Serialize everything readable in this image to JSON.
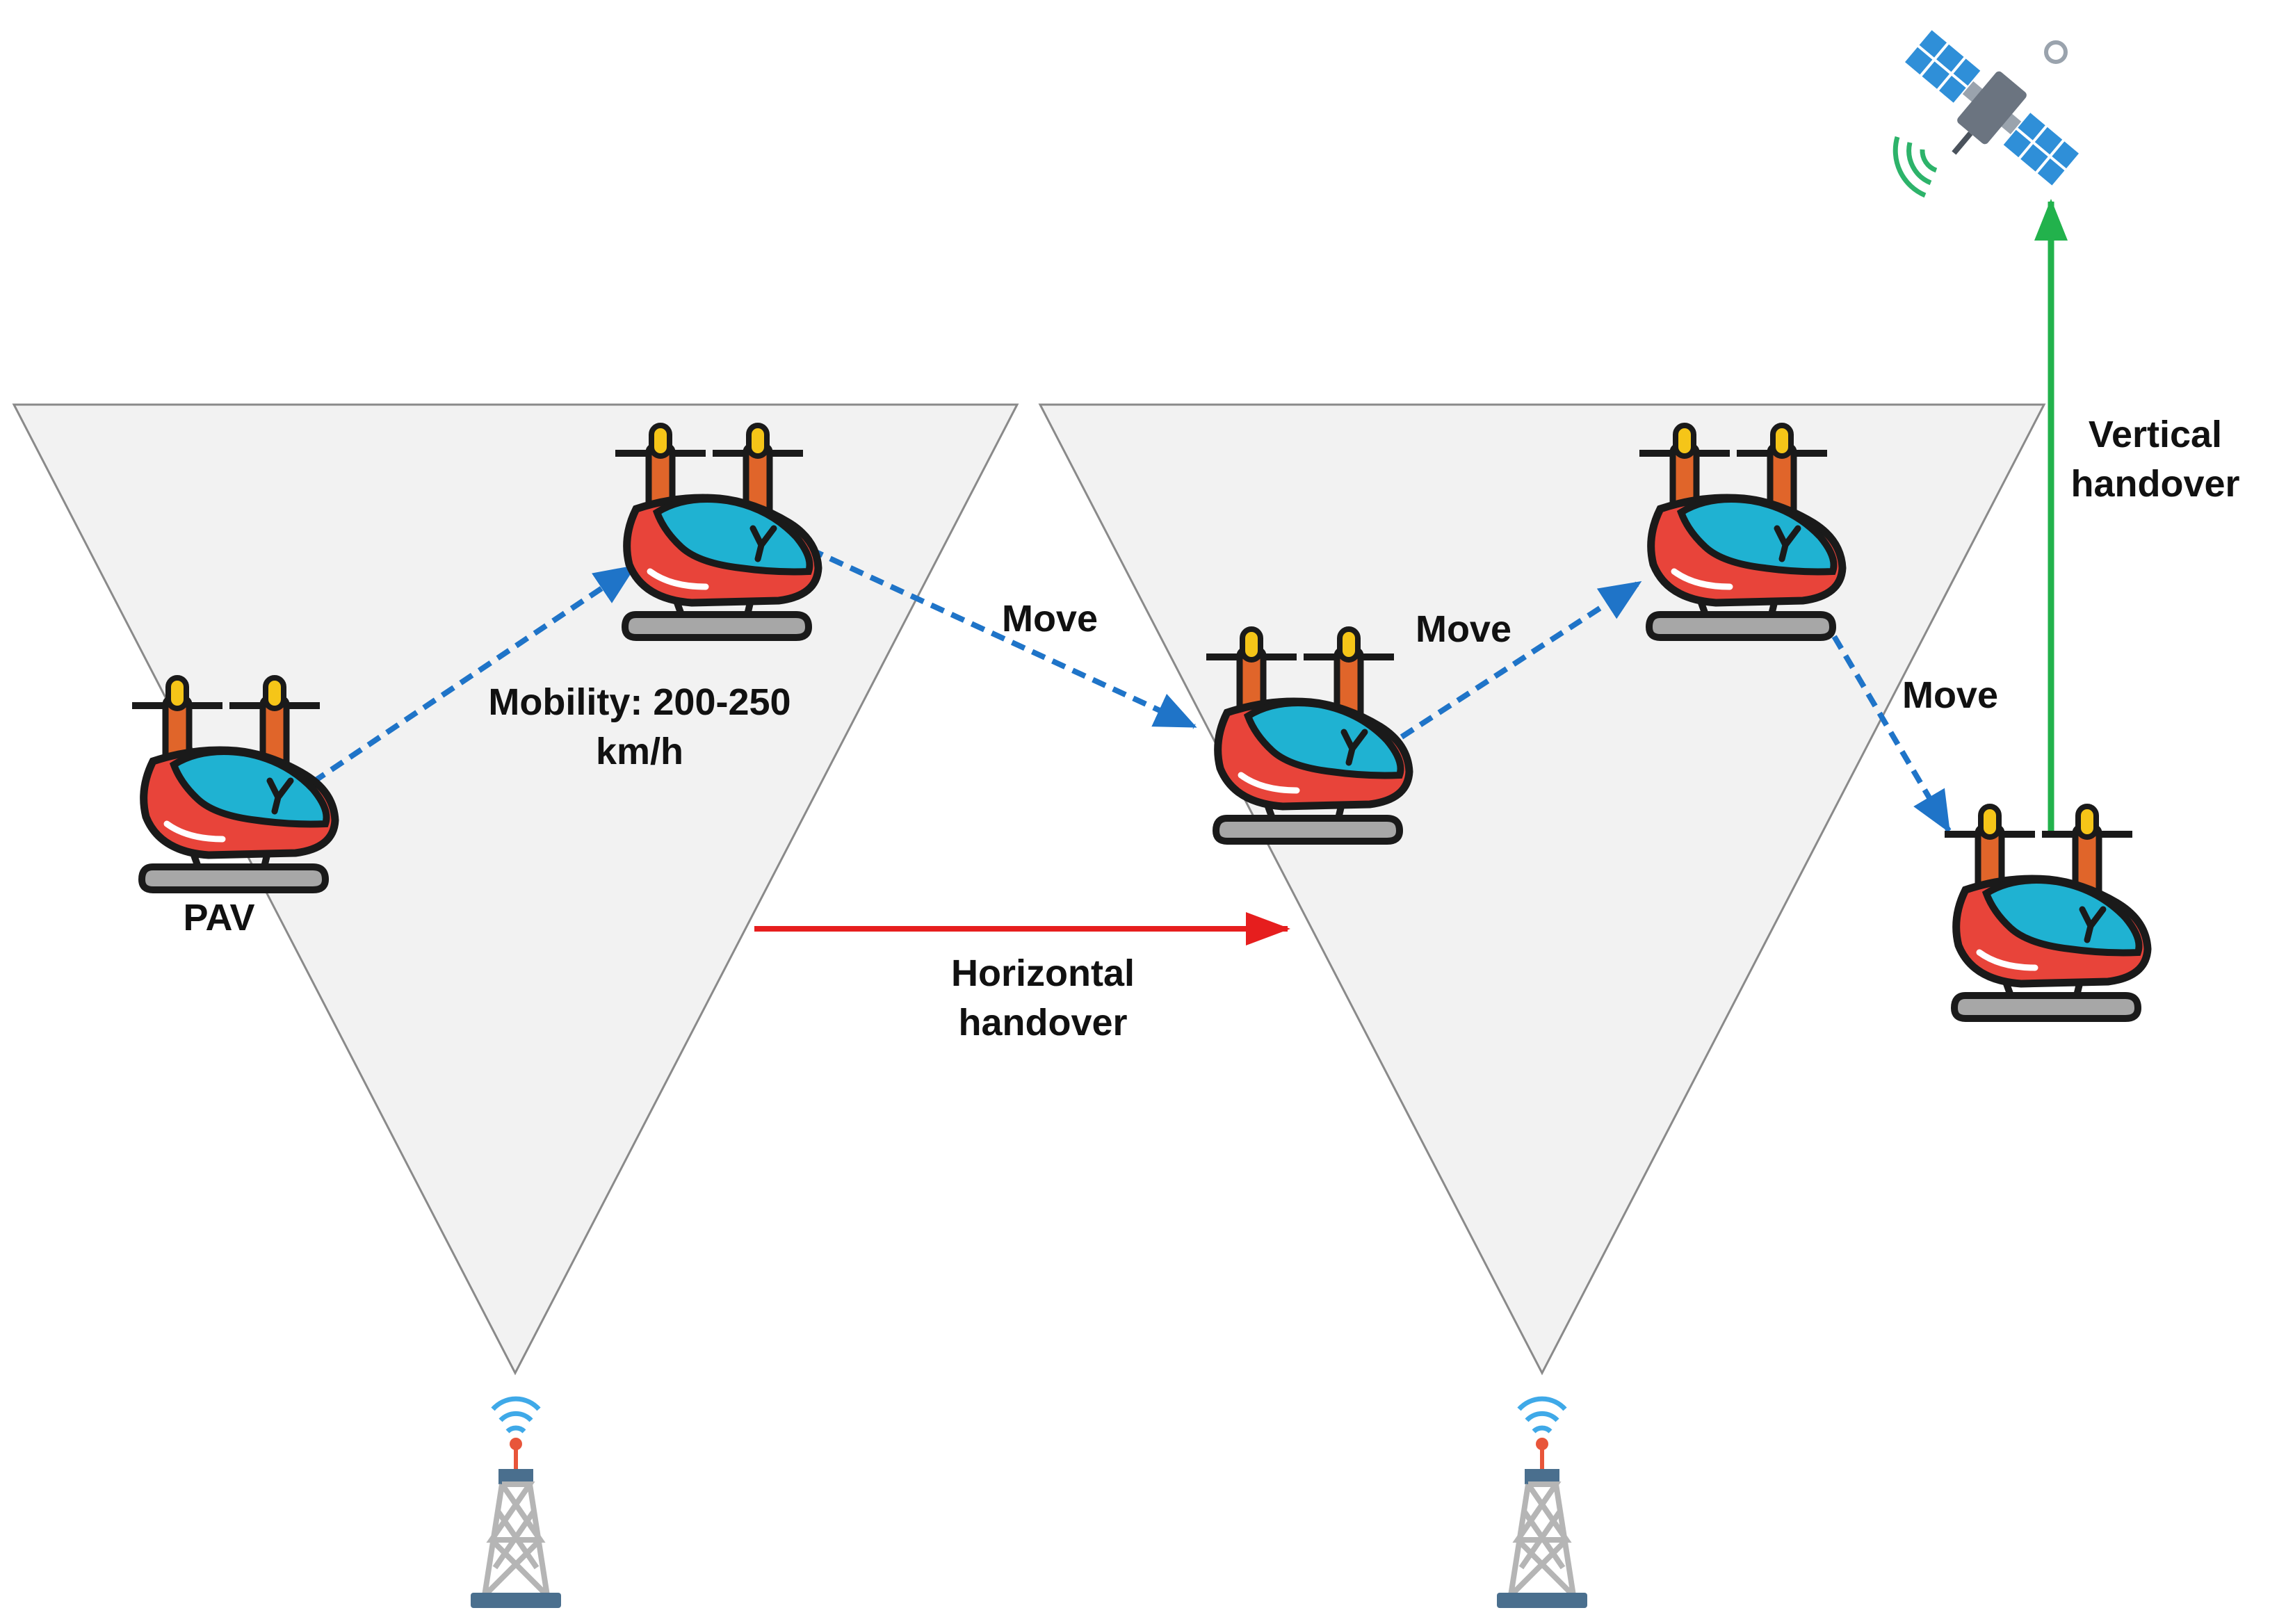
{
  "labels": {
    "pav": "PAV",
    "mobility": "Mobility: 200-250\nkm/h",
    "move_1": "Move",
    "move_2": "Move",
    "move_3": "Move",
    "horizontal_handover": "Horizontal\nhandover",
    "vertical_handover": "Vertical\nhandover"
  },
  "colors": {
    "coverage_fill": "#f2f2f2",
    "coverage_stroke": "#8a8a8a",
    "move_arrow": "#1f74c8",
    "horizontal_arrow": "#e61e1e",
    "vertical_arrow": "#22b24c",
    "pav_body": "#e8443a",
    "pav_cockpit": "#1fb2d2",
    "pav_outline": "#1a1a1a",
    "pav_mast": "#e0652a",
    "pav_mast_tip": "#f5c518",
    "tower_frame": "#b5b5b5",
    "tower_signal": "#3fa9e8",
    "tower_beacon": "#e8553a",
    "satellite_panel": "#2f8fd8",
    "satellite_body": "#6b7480",
    "satellite_signal": "#2db36a"
  },
  "icons": {
    "vehicle": "pav-aircraft-icon",
    "base_station": "cell-tower-icon",
    "satellite": "satellite-icon"
  }
}
